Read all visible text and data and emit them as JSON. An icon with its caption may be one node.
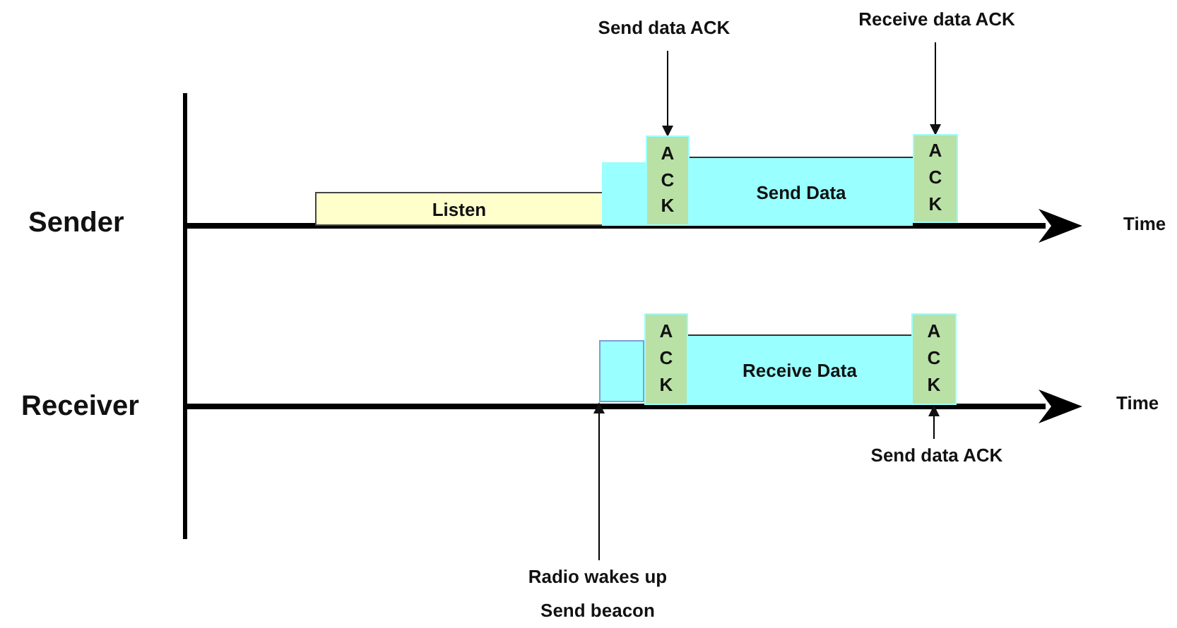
{
  "diagram": {
    "nodes": [
      {
        "text": [
          "Listen"
        ]
      },
      {
        "text": [],
        "shape": "box"
      },
      {
        "text": [
          "ACK"
        ]
      },
      {
        "text": [
          "Send Data"
        ]
      },
      {
        "text": [
          "ACK"
        ]
      },
      {
        "text": [],
        "shape": "box"
      },
      {
        "text": [
          "ACK"
        ]
      },
      {
        "text": [
          "Receive Data"
        ]
      },
      {
        "text": [
          "ACK"
        ]
      },
      {
        "text": [
          "Send data ACK"
        ]
      },
      {
        "text": [
          "Receive data ACK"
        ]
      },
      {
        "text": [
          "Send data ACK"
        ]
      },
      {
        "text": [
          "Radio wakes up Send beacon"
        ]
      }
    ],
    "edges": [
      {
        "from": 9,
        "to": 2,
        "arrow": "to"
      },
      {
        "from": 10,
        "to": 4,
        "arrow": "to"
      },
      {
        "from": 11,
        "to": 8,
        "arrow": "to"
      },
      {
        "from": 12,
        "to": 5,
        "arrow": "to"
      }
    ],
    "labels": [
      "Sender",
      "Time",
      "Receiver",
      "Time"
    ]
  }
}
